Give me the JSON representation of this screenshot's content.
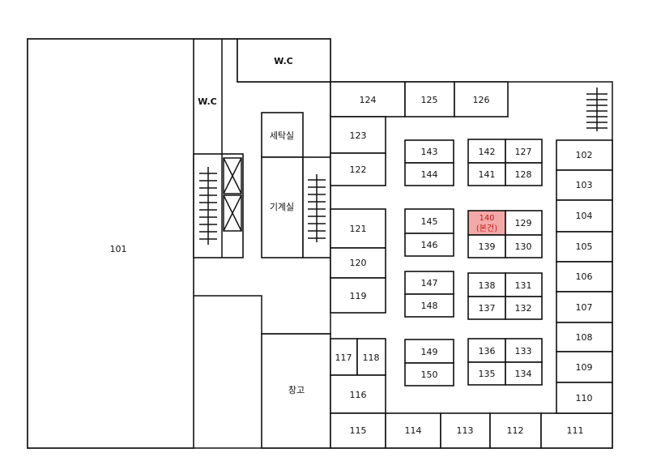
{
  "rooms": {
    "r101": "101",
    "r102": "102",
    "r103": "103",
    "r104": "104",
    "r105": "105",
    "r106": "106",
    "r107": "107",
    "r108": "108",
    "r109": "109",
    "r110": "110",
    "r111": "111",
    "r112": "112",
    "r113": "113",
    "r114": "114",
    "r115": "115",
    "r116": "116",
    "r117": "117",
    "r118": "118",
    "r119": "119",
    "r120": "120",
    "r121": "121",
    "r122": "122",
    "r123": "123",
    "r124": "124",
    "r125": "125",
    "r126": "126",
    "r127": "127",
    "r128": "128",
    "r129": "129",
    "r130": "130",
    "r131": "131",
    "r132": "132",
    "r133": "133",
    "r134": "134",
    "r135": "135",
    "r136": "136",
    "r137": "137",
    "r138": "138",
    "r139": "139",
    "r140": "140",
    "r141": "141",
    "r142": "142",
    "r143": "143",
    "r144": "144",
    "r145": "145",
    "r146": "146",
    "r147": "147",
    "r148": "148",
    "r149": "149",
    "r150": "150"
  },
  "highlight_note": "(본건)",
  "facilities": {
    "wc_top": "W.C",
    "wc_left": "W.C",
    "laundry": "세탁실",
    "machine_room": "기계실",
    "storage": "창고"
  },
  "colors": {
    "highlight_fill": "#f4a9a9",
    "highlight_text": "#c0201a",
    "lines": "#111111"
  }
}
